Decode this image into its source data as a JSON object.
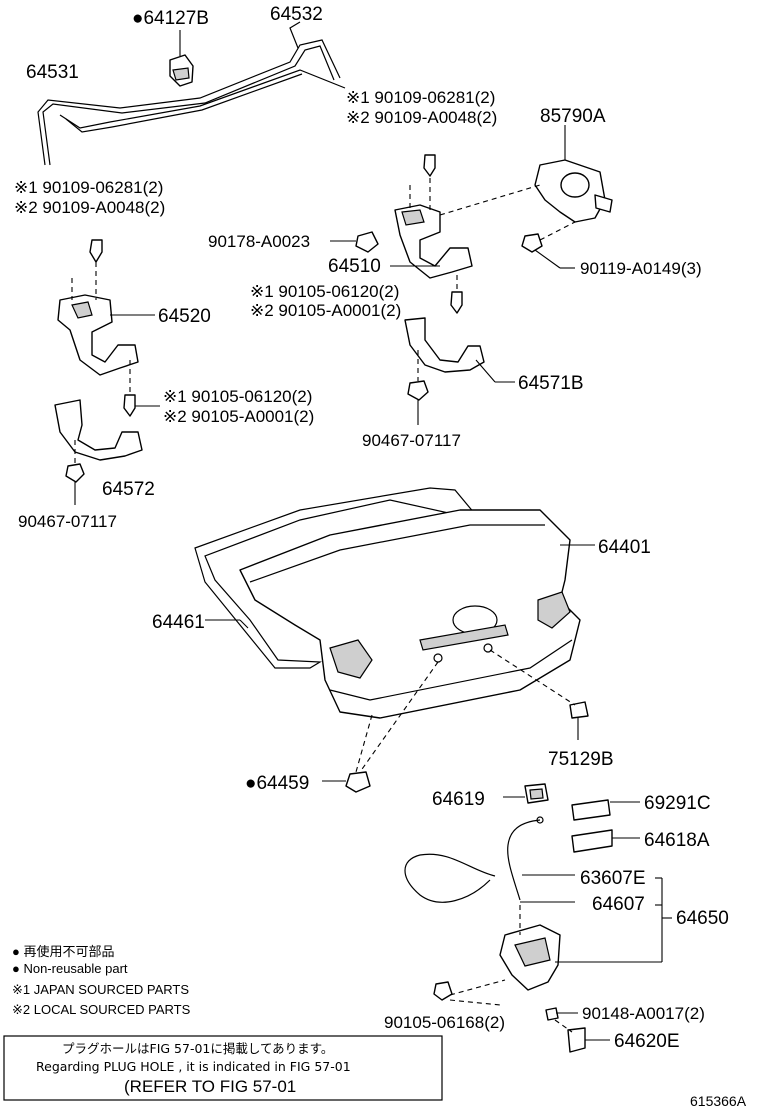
{
  "labels": {
    "p64127b": "●64127B",
    "p64532": "64532",
    "p64531": "64531",
    "p90109_06281_a": "※1 90109-06281(2)",
    "p90109_a0048_a": "※2 90109-A0048(2)",
    "p85790a": "85790A",
    "p90109_06281_b": "※1 90109-06281(2)",
    "p90109_a0048_b": "※2 90109-A0048(2)",
    "p90178_a0023": "90178-A0023",
    "p64510": "64510",
    "p90119_a0149": "90119-A0149(3)",
    "p90105_06120_a": "※1 90105-06120(2)",
    "p90105_a0001_a": "※2 90105-A0001(2)",
    "p64520": "64520",
    "p64571b": "64571B",
    "p90105_06120_b": "※1 90105-06120(2)",
    "p90105_a0001_b": "※2 90105-A0001(2)",
    "p90467_07117_a": "90467-07117",
    "p64572": "64572",
    "p90467_07117_b": "90467-07117",
    "p64401": "64401",
    "p64461": "64461",
    "p75129b": "75129B",
    "p64459": "●64459",
    "p64619": "64619",
    "p69291c": "69291C",
    "p64618a": "64618A",
    "p63607e": "63607E",
    "p64607": "64607",
    "p64650": "64650",
    "p90148_a0017": "90148-A0017(2)",
    "p90105_06168": "90105-06168(2)",
    "p64620e": "64620E"
  },
  "legend": {
    "line1": "● 再使用不可部品",
    "line2": "● Non-reusable part",
    "line3": "※1 JAPAN SOURCED PARTS",
    "line4": "※2 LOCAL SOURCED PARTS"
  },
  "note": {
    "line1": "プラグホールはFIG 57-01に掲載してあります。",
    "line2": "Regarding PLUG HOLE , it is indicated in FIG 57-01",
    "line3": "(REFER TO FIG 57-01"
  },
  "figure_id": "615366A"
}
